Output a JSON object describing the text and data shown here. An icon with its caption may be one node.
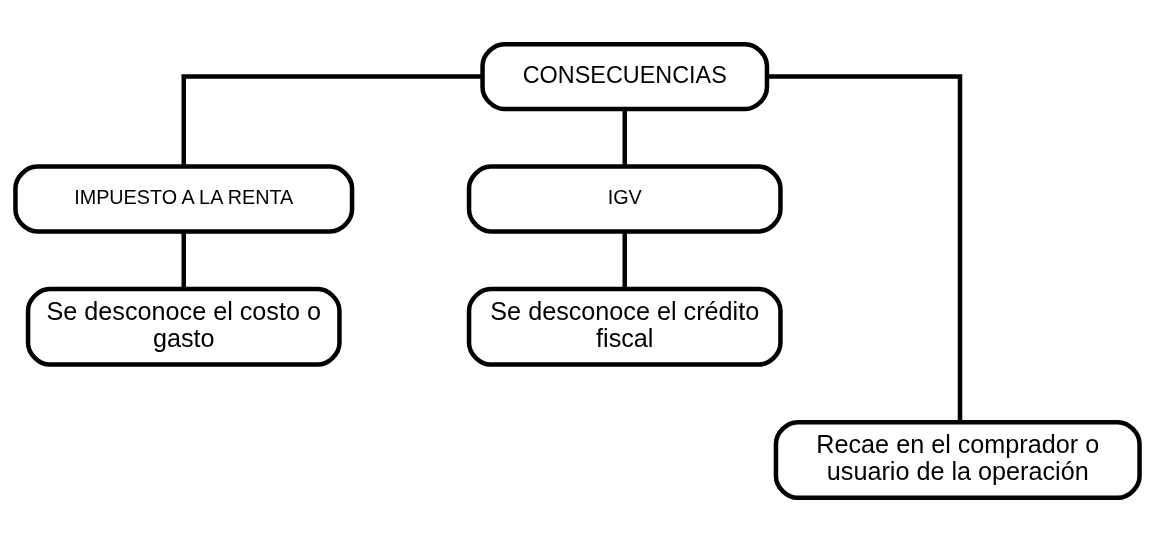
{
  "diagram": {
    "nodes": [
      {
        "text": [
          "CONSECUENCIAS"
        ]
      },
      {
        "text": [
          "IMPUESTO A LA RENTA"
        ]
      },
      {
        "text": [
          "IGV"
        ]
      },
      {
        "text": [
          "Se desconoce el costo o gasto"
        ]
      },
      {
        "text": [
          "Se desconoce el crédito fiscal"
        ]
      },
      {
        "text": [
          "Recae en el comprador o usuario de la operación"
        ]
      }
    ],
    "edges": [
      {
        "from": 0,
        "to": 1,
        "arrow": "none"
      },
      {
        "from": 0,
        "to": 5,
        "arrow": "none"
      },
      {
        "from": 0,
        "to": 2,
        "arrow": "none"
      },
      {
        "from": 1,
        "to": 3,
        "arrow": "none"
      },
      {
        "from": 2,
        "to": 4,
        "arrow": "none"
      }
    ]
  }
}
